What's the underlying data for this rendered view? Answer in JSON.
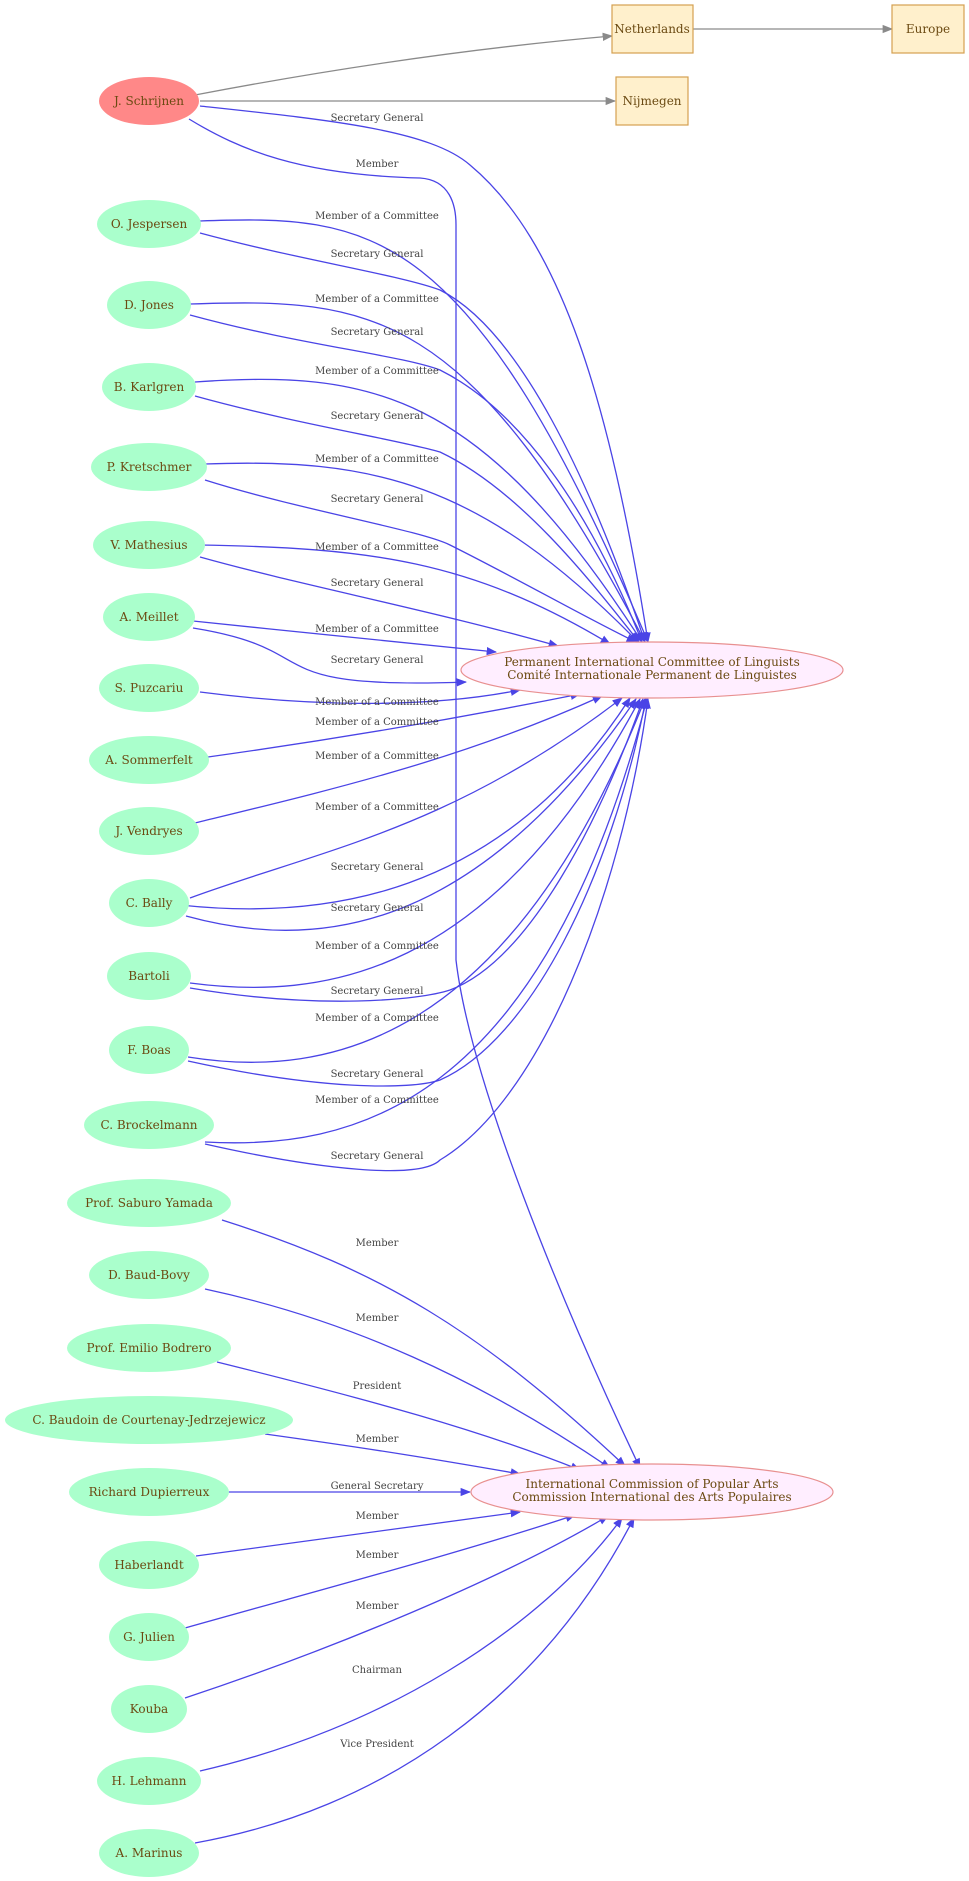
{
  "places": {
    "netherlands": "Netherlands",
    "europe": "Europe",
    "nijmegen": "Nijmegen"
  },
  "organizations": {
    "picl": [
      "Permanent International Committee of Linguists",
      "Comité Internationale Permanent de Linguistes"
    ],
    "icpa": [
      "International Commission of Popular Arts",
      "Commission International des Arts Populaires"
    ]
  },
  "people": {
    "schrijnen": "J. Schrijnen",
    "jespersen": "O. Jespersen",
    "jones": "D. Jones",
    "karlgren": "B. Karlgren",
    "kretschmer": "P. Kretschmer",
    "mathesius": "V. Mathesius",
    "meillet": "A. Meillet",
    "puzcariu": "S. Puzcariu",
    "sommerfelt": "A. Sommerfelt",
    "vendryes": "J. Vendryes",
    "bally": "C. Bally",
    "bartoli": "Bartoli",
    "boas": "F. Boas",
    "brockelmann": "C. Brockelmann",
    "yamada": "Prof. Saburo Yamada",
    "baudbovy": "D. Baud-Bovy",
    "bodrero": "Prof. Emilio Bodrero",
    "courtenay": "C. Baudoin de Courtenay-Jedrzejewicz",
    "dupierreux": "Richard Dupierreux",
    "haberlandt": "Haberlandt",
    "julien": "G. Julien",
    "kouba": "Kouba",
    "lehmann": "H. Lehmann",
    "marinus": "A. Marinus"
  },
  "roles": {
    "secretary_general": "Secretary General",
    "member": "Member",
    "member_committee": "Member of a Committee",
    "president": "President",
    "general_secretary": "General Secretary",
    "chairman": "Chairman",
    "vice_president": "Vice President"
  },
  "colors": {
    "edge": "#4a44e6",
    "edge_location": "#8a8a8a",
    "person_fill": "#aaffcc",
    "highlight_fill": "#ff8888",
    "place_fill": "#fff0cc",
    "place_stroke": "#d4a050",
    "org_fill": "#ffeeff",
    "org_stroke": "#e89090",
    "text": "#6b4a12"
  }
}
